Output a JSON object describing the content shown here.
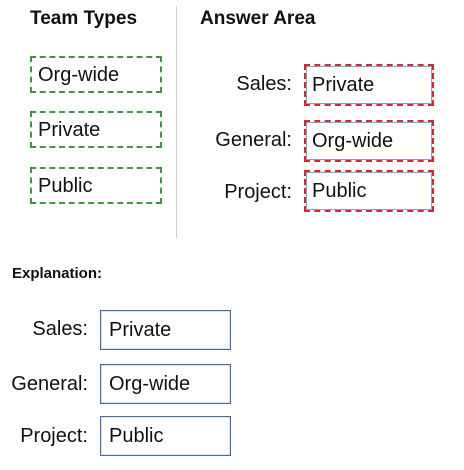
{
  "left_panel": {
    "heading": "Team Types",
    "options": [
      {
        "label": "Org-wide"
      },
      {
        "label": "Private"
      },
      {
        "label": "Public"
      }
    ]
  },
  "answer_area": {
    "heading": "Answer Area",
    "rows": [
      {
        "label": "Sales:",
        "value": "Private"
      },
      {
        "label": "General:",
        "value": "Org-wide"
      },
      {
        "label": "Project:",
        "value": "Public"
      }
    ]
  },
  "explanation": {
    "heading": "Explanation:",
    "rows": [
      {
        "label": "Sales:",
        "value": "Private"
      },
      {
        "label": "General:",
        "value": "Org-wide"
      },
      {
        "label": "Project:",
        "value": "Public"
      }
    ]
  },
  "colors": {
    "source_border": "#3c9a3c",
    "target_border": "#d22a2a",
    "answer_border": "#4a6c9c"
  }
}
